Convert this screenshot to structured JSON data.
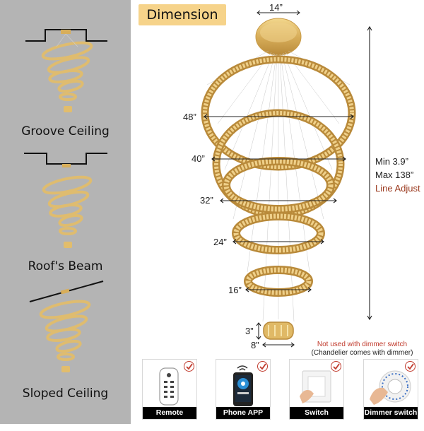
{
  "mounting": {
    "groove_label": "Groove Ceiling",
    "beam_label": "Roof's Beam",
    "sloped_label": "Sloped Ceiling"
  },
  "dimension": {
    "badge_label": "Dimension",
    "canopy_width": "14”",
    "ring_labels": [
      "48”",
      "40”",
      "32”",
      "24”",
      "16”"
    ],
    "small_ring_height": "3”",
    "small_ring_width": "8”",
    "length_min": "Min 3.9”",
    "length_max": "Max 138”",
    "length_note": "Line Adjust"
  },
  "controls": {
    "note_line1": "Not used with dimmer switch",
    "note_line2": "(Chandelier comes with dimmer)",
    "items": [
      {
        "label": "Remote control"
      },
      {
        "label": "Phone APP"
      },
      {
        "label": "Switch"
      },
      {
        "label": "Dimmer switch"
      }
    ]
  },
  "colors": {
    "gold": "#d8ae5a",
    "accent": "#9b3a1f",
    "check_red": "#c0392b",
    "badge_bg": "#f6d38a",
    "left_panel_bg": "#b4b4b4"
  }
}
